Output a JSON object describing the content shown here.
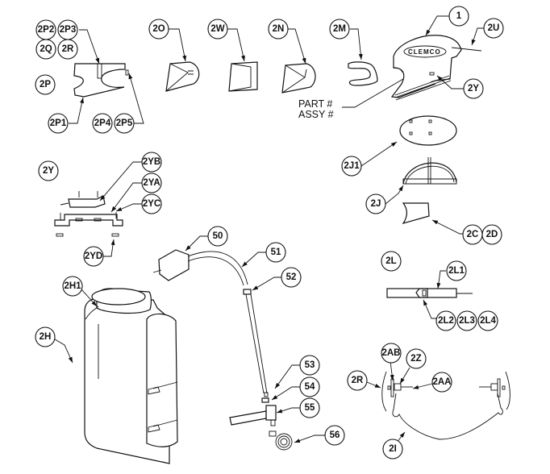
{
  "diagram": {
    "type": "exploded-parts-diagram",
    "subject": "Blast helmet assembly with breathing air components",
    "brand_logo": "CLEMCO",
    "annotation_lines": [
      "PART #",
      "ASSY #"
    ],
    "callouts": {
      "c1": "1",
      "c2U": "2U",
      "c2Y_top": "2Y",
      "c2M": "2M",
      "c2N": "2N",
      "c2W": "2W",
      "c2O": "2O",
      "c2P2": "2P2",
      "c2P3": "2P3",
      "c2Q": "2Q",
      "c2R_top": "2R",
      "c2P": "2P",
      "c2P1": "2P1",
      "c2P4": "2P4",
      "c2P5": "2P5",
      "c2Y_group": "2Y",
      "c2YB": "2YB",
      "c2YA": "2YA",
      "c2YC": "2YC",
      "c2YD": "2YD",
      "c2J1": "2J1",
      "c2J": "2J",
      "c2C": "2C",
      "c2D": "2D",
      "c2L": "2L",
      "c2L1": "2L1",
      "c2L2": "2L2",
      "c2L3": "2L3",
      "c2L4": "2L4",
      "c50": "50",
      "c51": "51",
      "c52": "52",
      "c53": "53",
      "c54": "54",
      "c55": "55",
      "c56": "56",
      "c2H1": "2H1",
      "c2H": "2H",
      "c2AB": "2AB",
      "c2Z": "2Z",
      "c2R_bottom": "2R",
      "c2AA": "2AA",
      "c2I": "2I"
    }
  }
}
